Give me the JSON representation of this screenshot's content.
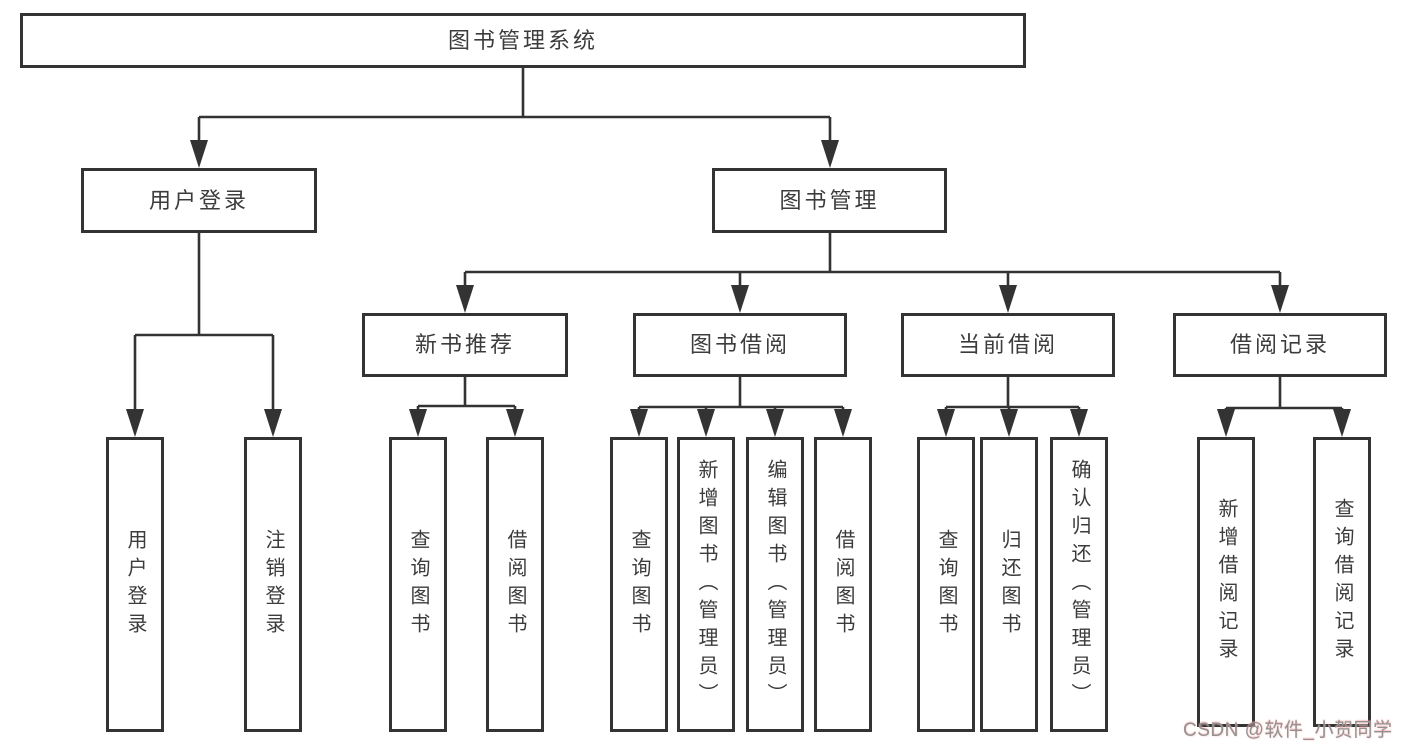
{
  "nodes": {
    "root": {
      "label": "图书管理系统"
    },
    "user_login": {
      "label": "用户登录"
    },
    "book_mgmt": {
      "label": "图书管理"
    },
    "new_book_rec": {
      "label": "新书推荐"
    },
    "book_borrow": {
      "label": "图书借阅"
    },
    "current_borrow": {
      "label": "当前借阅"
    },
    "borrow_records": {
      "label": "借阅记录"
    },
    "login_leaf": {
      "label": "用户登录"
    },
    "logout_leaf": {
      "label": "注销登录"
    },
    "rec_query": {
      "label": "查询图书"
    },
    "rec_borrow": {
      "label": "借阅图书"
    },
    "bb_query": {
      "label": "查询图书"
    },
    "bb_add": {
      "label": "新增图书（管理员）"
    },
    "bb_edit": {
      "label": "编辑图书（管理员）"
    },
    "bb_borrow": {
      "label": "借阅图书"
    },
    "cb_query": {
      "label": "查询图书"
    },
    "cb_return": {
      "label": "归还图书"
    },
    "cb_confirm": {
      "label": "确认归还（管理员）"
    },
    "br_add": {
      "label": "新增借阅记录"
    },
    "br_query": {
      "label": "查询借阅记录"
    }
  },
  "edges": [
    [
      "root",
      "user_login"
    ],
    [
      "root",
      "book_mgmt"
    ],
    [
      "user_login",
      "login_leaf"
    ],
    [
      "user_login",
      "logout_leaf"
    ],
    [
      "book_mgmt",
      "new_book_rec"
    ],
    [
      "book_mgmt",
      "book_borrow"
    ],
    [
      "book_mgmt",
      "current_borrow"
    ],
    [
      "book_mgmt",
      "borrow_records"
    ],
    [
      "new_book_rec",
      "rec_query"
    ],
    [
      "new_book_rec",
      "rec_borrow"
    ],
    [
      "book_borrow",
      "bb_query"
    ],
    [
      "book_borrow",
      "bb_add"
    ],
    [
      "book_borrow",
      "bb_edit"
    ],
    [
      "book_borrow",
      "bb_borrow"
    ],
    [
      "current_borrow",
      "cb_query"
    ],
    [
      "current_borrow",
      "cb_return"
    ],
    [
      "current_borrow",
      "cb_confirm"
    ],
    [
      "borrow_records",
      "br_add"
    ],
    [
      "borrow_records",
      "br_query"
    ]
  ],
  "watermark": {
    "text": "CSDN @软件_小贺同学"
  },
  "colors": {
    "line": "#333333",
    "text": "#3c3c3c",
    "background": "#ffffff"
  }
}
